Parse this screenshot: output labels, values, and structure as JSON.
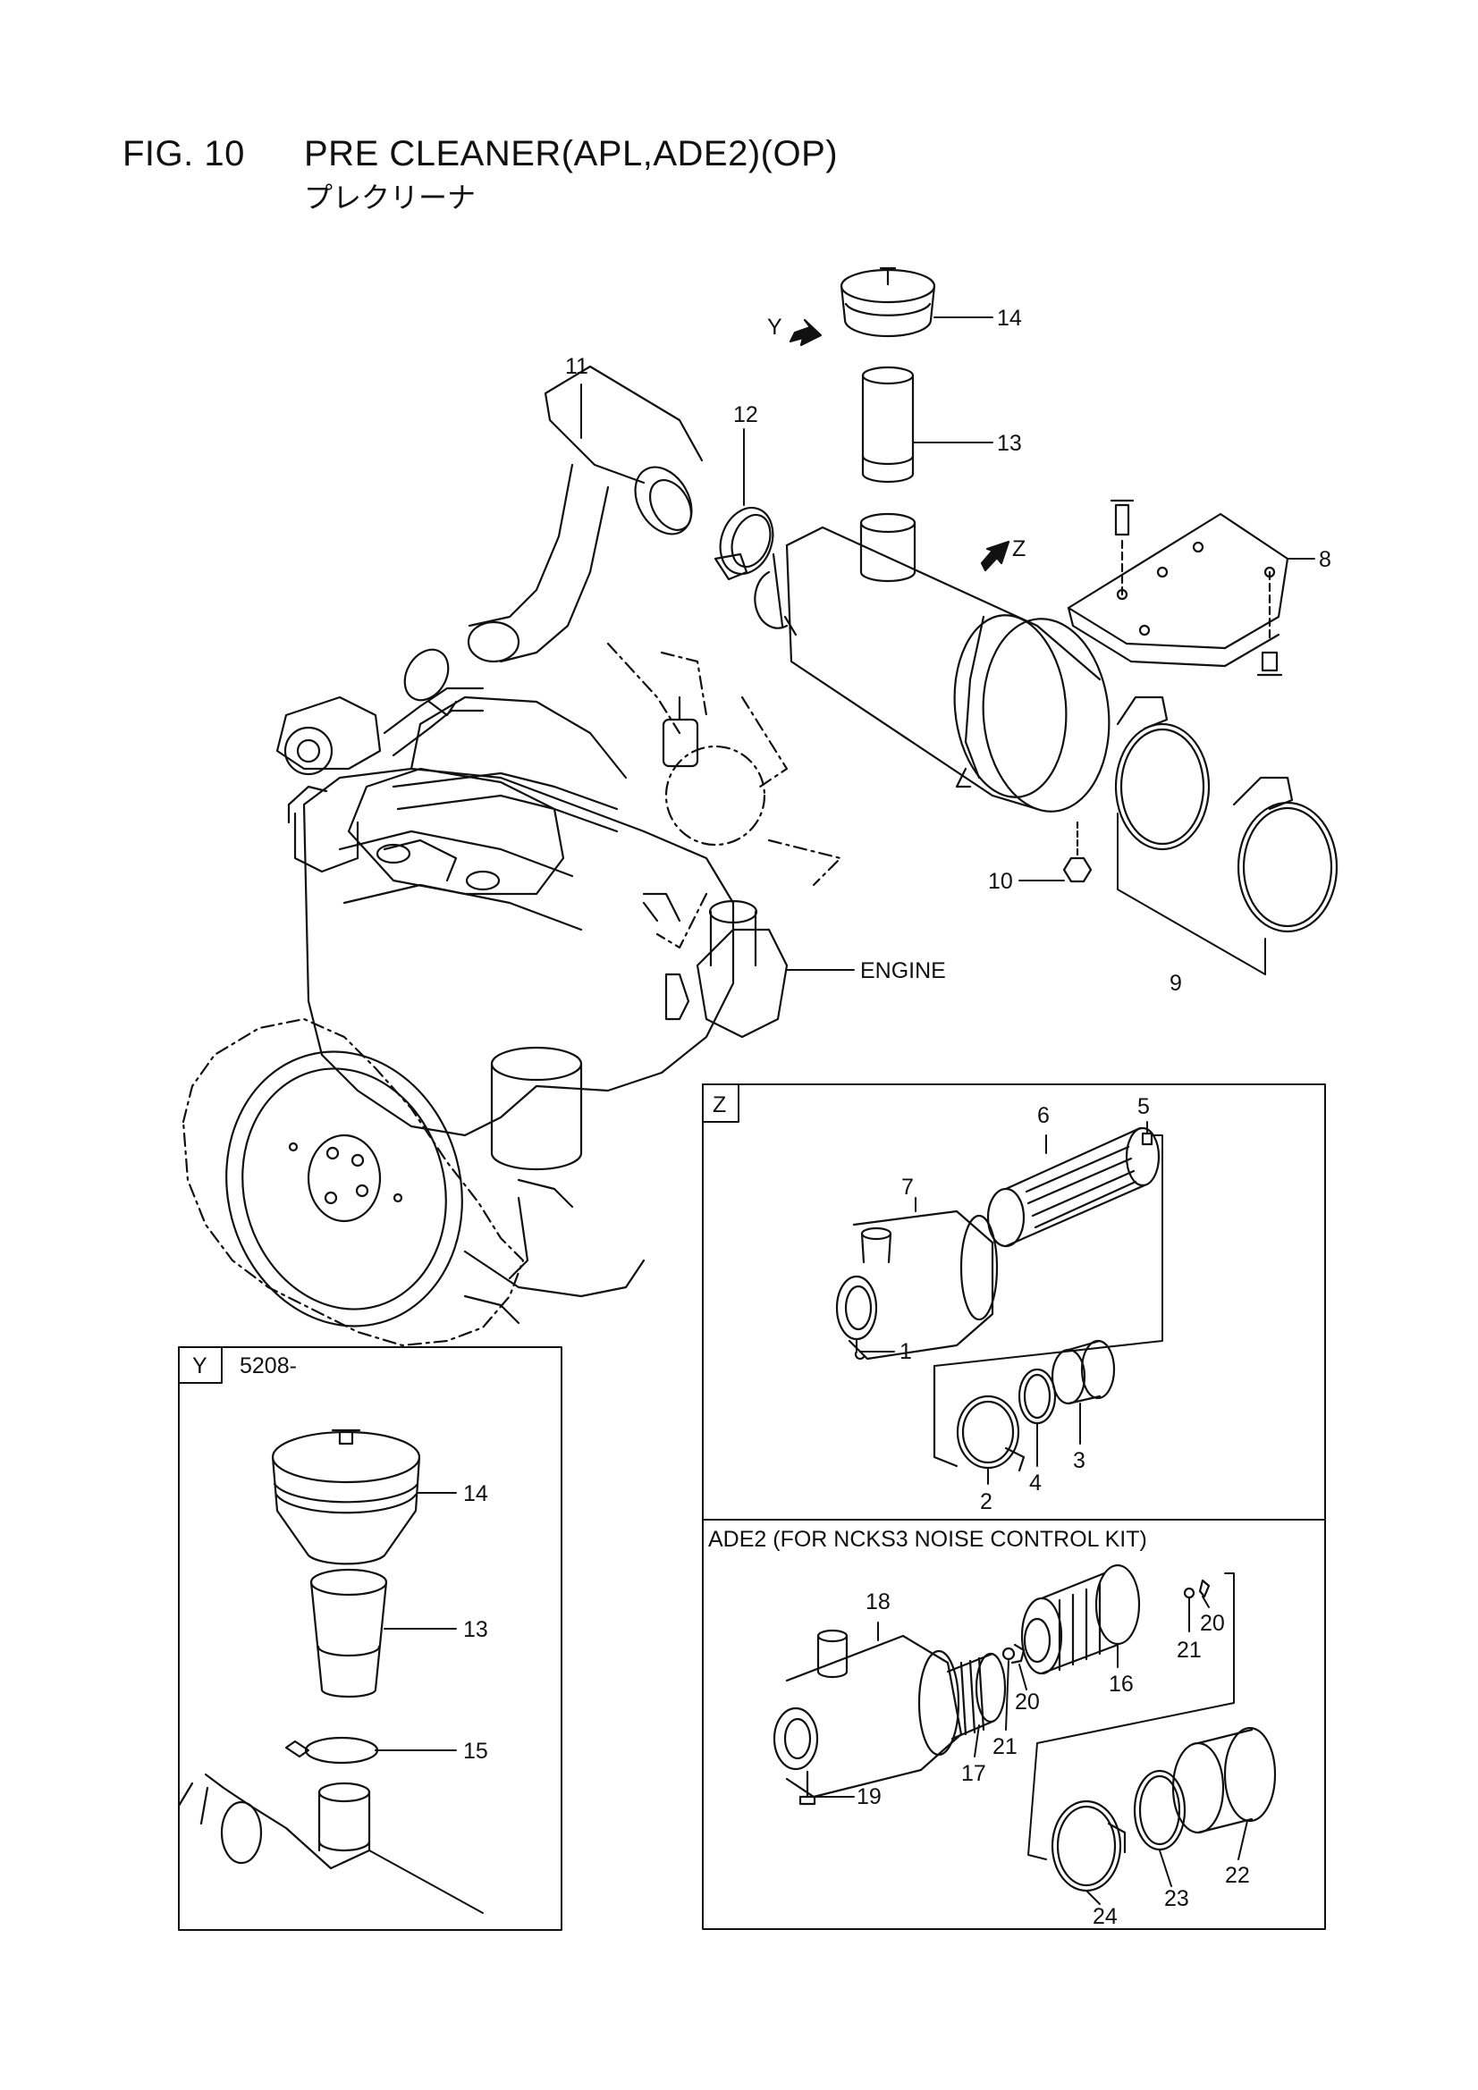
{
  "title": {
    "fig": "FIG. 10",
    "name": "PRE CLEANER(APL,ADE2)(OP)",
    "jp": "プレクリーナ"
  },
  "main_callouts": {
    "c14": "14",
    "c13": "13",
    "c12": "12",
    "c11": "11",
    "c8": "8",
    "c10": "10",
    "c9": "9",
    "y_arrow": "Y",
    "z_arrow": "Z",
    "engine": "ENGINE"
  },
  "box_z": {
    "tag": "Z",
    "c1": "1",
    "c2": "2",
    "c3": "3",
    "c4": "4",
    "c5": "5",
    "c6": "6",
    "c7": "7"
  },
  "box_ade2": {
    "heading": "ADE2 (FOR NCKS3 NOISE CONTROL KIT)",
    "c16": "16",
    "c17": "17",
    "c18": "18",
    "c19": "19",
    "c20a": "20",
    "c20b": "20",
    "c21a": "21",
    "c21b": "21",
    "c22": "22",
    "c23": "23",
    "c24": "24"
  },
  "box_y": {
    "tag": "Y",
    "serial": "5208-",
    "c14": "14",
    "c13": "13",
    "c15": "15"
  }
}
